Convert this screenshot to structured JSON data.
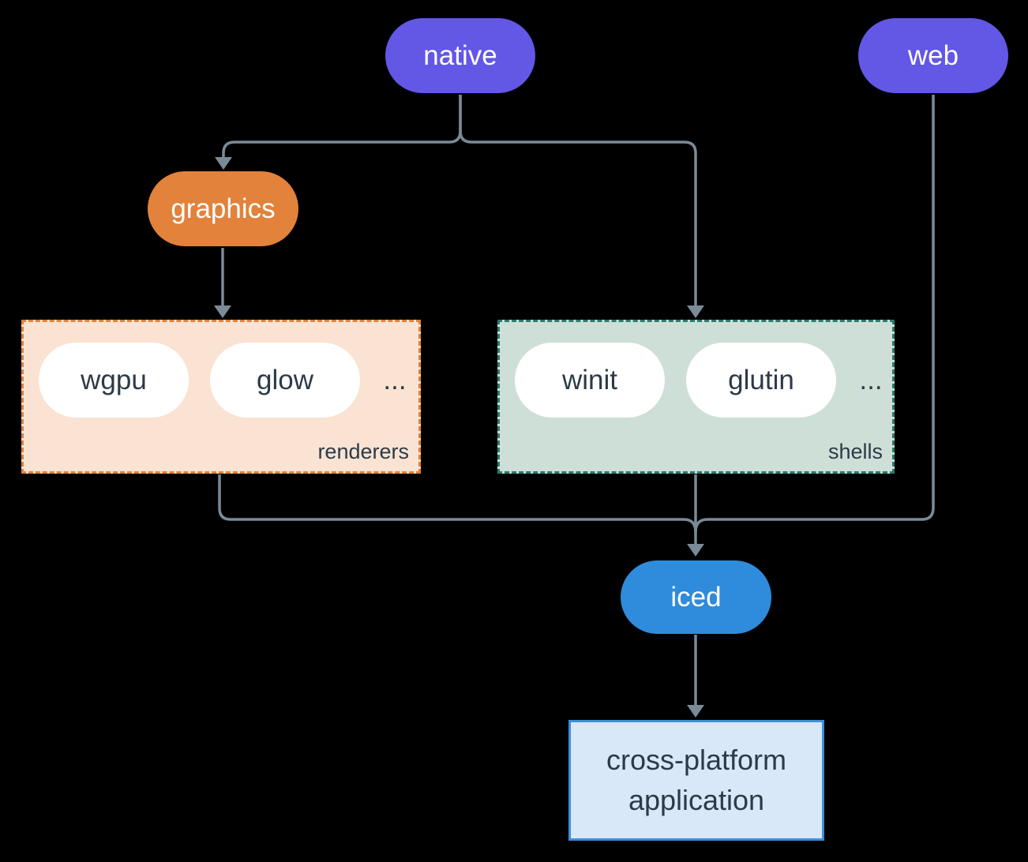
{
  "diagram": {
    "nodes": {
      "native": "native",
      "web": "web",
      "graphics": "graphics",
      "iced": "iced",
      "app_line1": "cross-platform",
      "app_line2": "application"
    },
    "groups": {
      "renderers": {
        "label": "renderers",
        "items": [
          "wgpu",
          "glow"
        ],
        "more": "..."
      },
      "shells": {
        "label": "shells",
        "items": [
          "winit",
          "glutin"
        ],
        "more": "..."
      }
    },
    "colors": {
      "background": "#000000",
      "platform_pill": "#6357e6",
      "graphics_pill": "#e2823b",
      "iced_pill": "#2f8bdb",
      "pill_text": "#ffffff",
      "dark_text": "#2c3a48",
      "renderers_bg": "#fae3d2",
      "renderers_border": "#e0813a",
      "shells_bg": "#cedfd7",
      "shells_border": "#2a7b6d",
      "app_bg": "#d9e8f8",
      "app_border": "#3e8ed8",
      "connector": "#7b8a97"
    }
  }
}
